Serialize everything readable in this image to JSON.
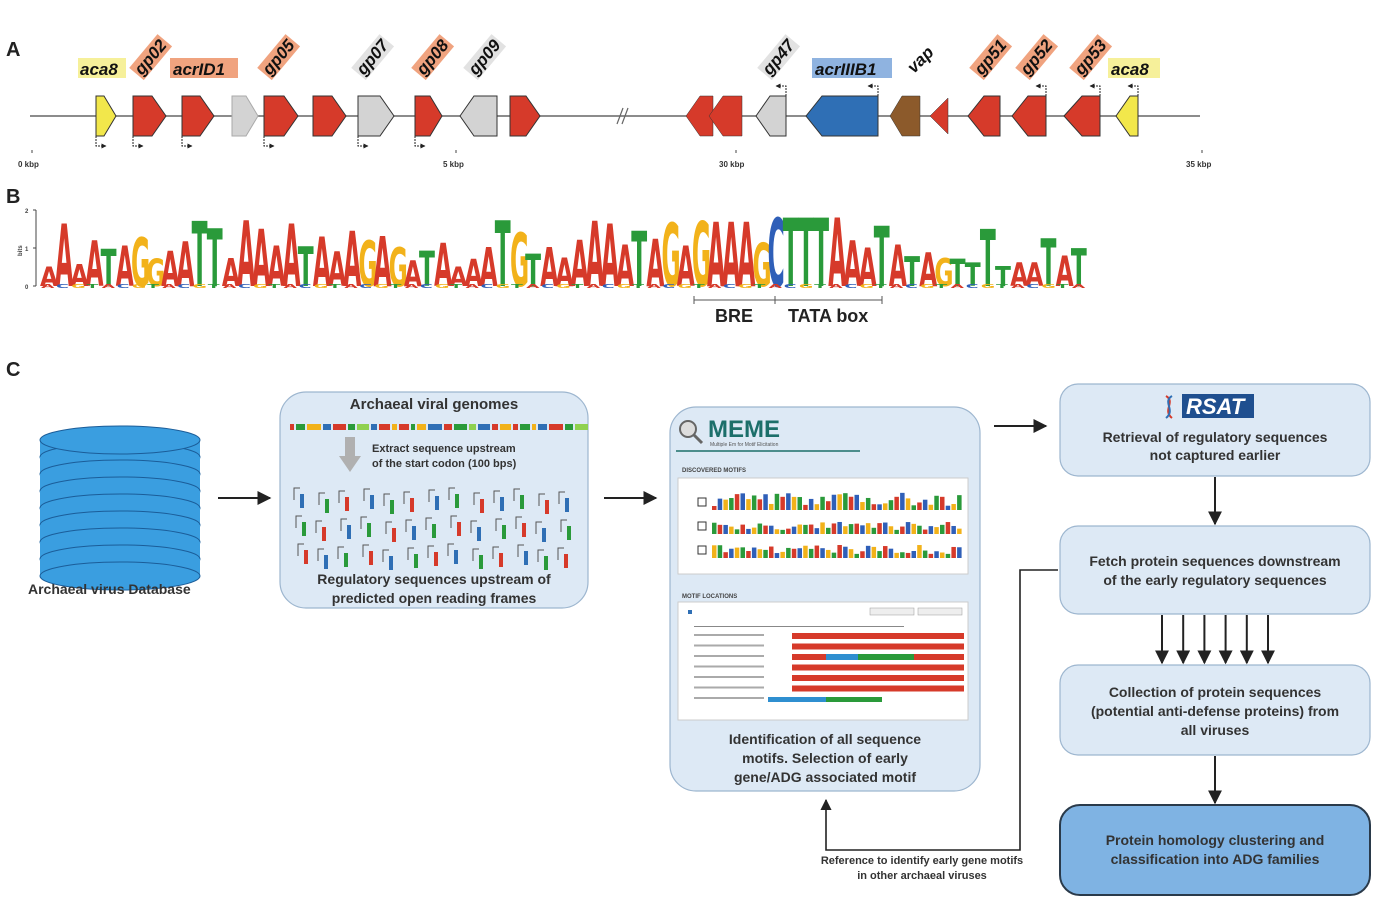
{
  "panels": {
    "a": "A",
    "b": "B",
    "c": "C"
  },
  "colors": {
    "red": "#d63a2a",
    "grey": "#d3d3d3",
    "yellow": "#f2e74b",
    "blue": "#2f6fb5",
    "brown": "#8c5a2b",
    "label_salmon": "#f0a37f",
    "label_yellow": "#f6f09a",
    "label_blue": "#8fb3e0",
    "label_grey": "#e2e2e2",
    "box_fill": "#dde9f5",
    "box_stroke": "#9db6cf",
    "db_blue": "#3a9ee0",
    "dark_box": "#7fb3e3"
  },
  "genome_map": {
    "ticks": [
      "0 kbp",
      "5 kbp",
      "30 kbp",
      "35 kbp"
    ],
    "labels": {
      "aca8_left": "aca8",
      "gp02": "gp02",
      "acrID1": "acrID1",
      "gp05": "gp05",
      "gp07": "gp07",
      "gp08": "gp08",
      "gp09": "gp09",
      "gp47": "gp47",
      "acrIIIB1": "acrIIIB1",
      "vap": "vap",
      "gp51": "gp51",
      "gp52": "gp52",
      "gp53": "gp53",
      "aca8_right": "aca8"
    }
  },
  "motif": {
    "y_axis_label": "bits",
    "y_ticks": [
      "2",
      "1",
      "0"
    ],
    "bre_label": "BRE",
    "tata_label": "TATA box",
    "logo_letters": "AAAATAGGAATTAAAAATAAAGAGATAAAATGTAAAAAATAGAGAAAGCTTTAAATATAGTTTTAATAT"
  },
  "flow": {
    "database_label": "Archaeal virus Database",
    "genomes_title": "Archaeal viral genomes",
    "extract_line1": "Extract sequence upstream",
    "extract_line2": "of the start codon (100 bps)",
    "regulatory_line1": "Regulatory sequences upstream of",
    "regulatory_line2": "predicted open reading frames",
    "meme_logo": "MEME",
    "meme_subtitle": "Multiple Em for Motif Elicitation",
    "discovered_motifs": "DISCOVERED MOTIFS",
    "motif_locations": "MOTIF LOCATIONS",
    "meme_line1": "Identification of all sequence",
    "meme_line2": "motifs. Selection of early",
    "meme_line3": "gene/ADG associated motif",
    "rsat_logo": "RSAT",
    "rsat_line1": "Retrieval of regulatory sequences",
    "rsat_line2": "not captured earlier",
    "fetch_line1": "Fetch protein sequences downstream",
    "fetch_line2": "of the early regulatory sequences",
    "collect_line1": "Collection of protein sequences",
    "collect_line2": "(potential anti-defense proteins) from",
    "collect_line3": "all viruses",
    "cluster_line1": "Protein homology clustering and",
    "cluster_line2": "classification into ADG families",
    "reference_line1": "Reference to identify early gene motifs",
    "reference_line2": "in other archaeal viruses"
  }
}
